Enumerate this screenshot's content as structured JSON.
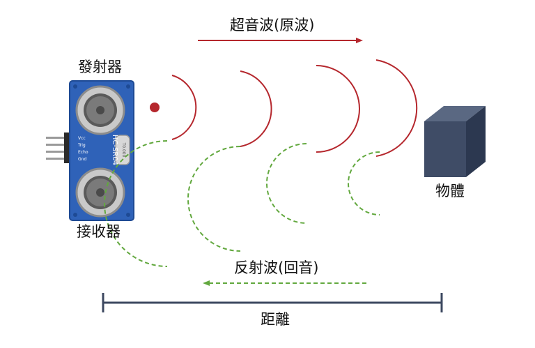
{
  "labels": {
    "transmitter": "發射器",
    "receiver": "接收器",
    "object": "物體",
    "ultrasonic_wave": "超音波(原波)",
    "reflected_wave": "反射波(回音)",
    "distance": "距離"
  },
  "sensor": {
    "model": "HC-SR04",
    "pins": [
      "Vcc",
      "Trig",
      "Echo",
      "Gnd"
    ],
    "crystal": "T0.000"
  },
  "colors": {
    "outgoing_wave": "#b5272d",
    "reflected_wave": "#62a83e",
    "distance_bar": "#3c4860",
    "sensor_board": "#2f62b8",
    "object_front": "#3f4c66",
    "object_top": "#5a6882",
    "object_side": "#2c3850"
  }
}
